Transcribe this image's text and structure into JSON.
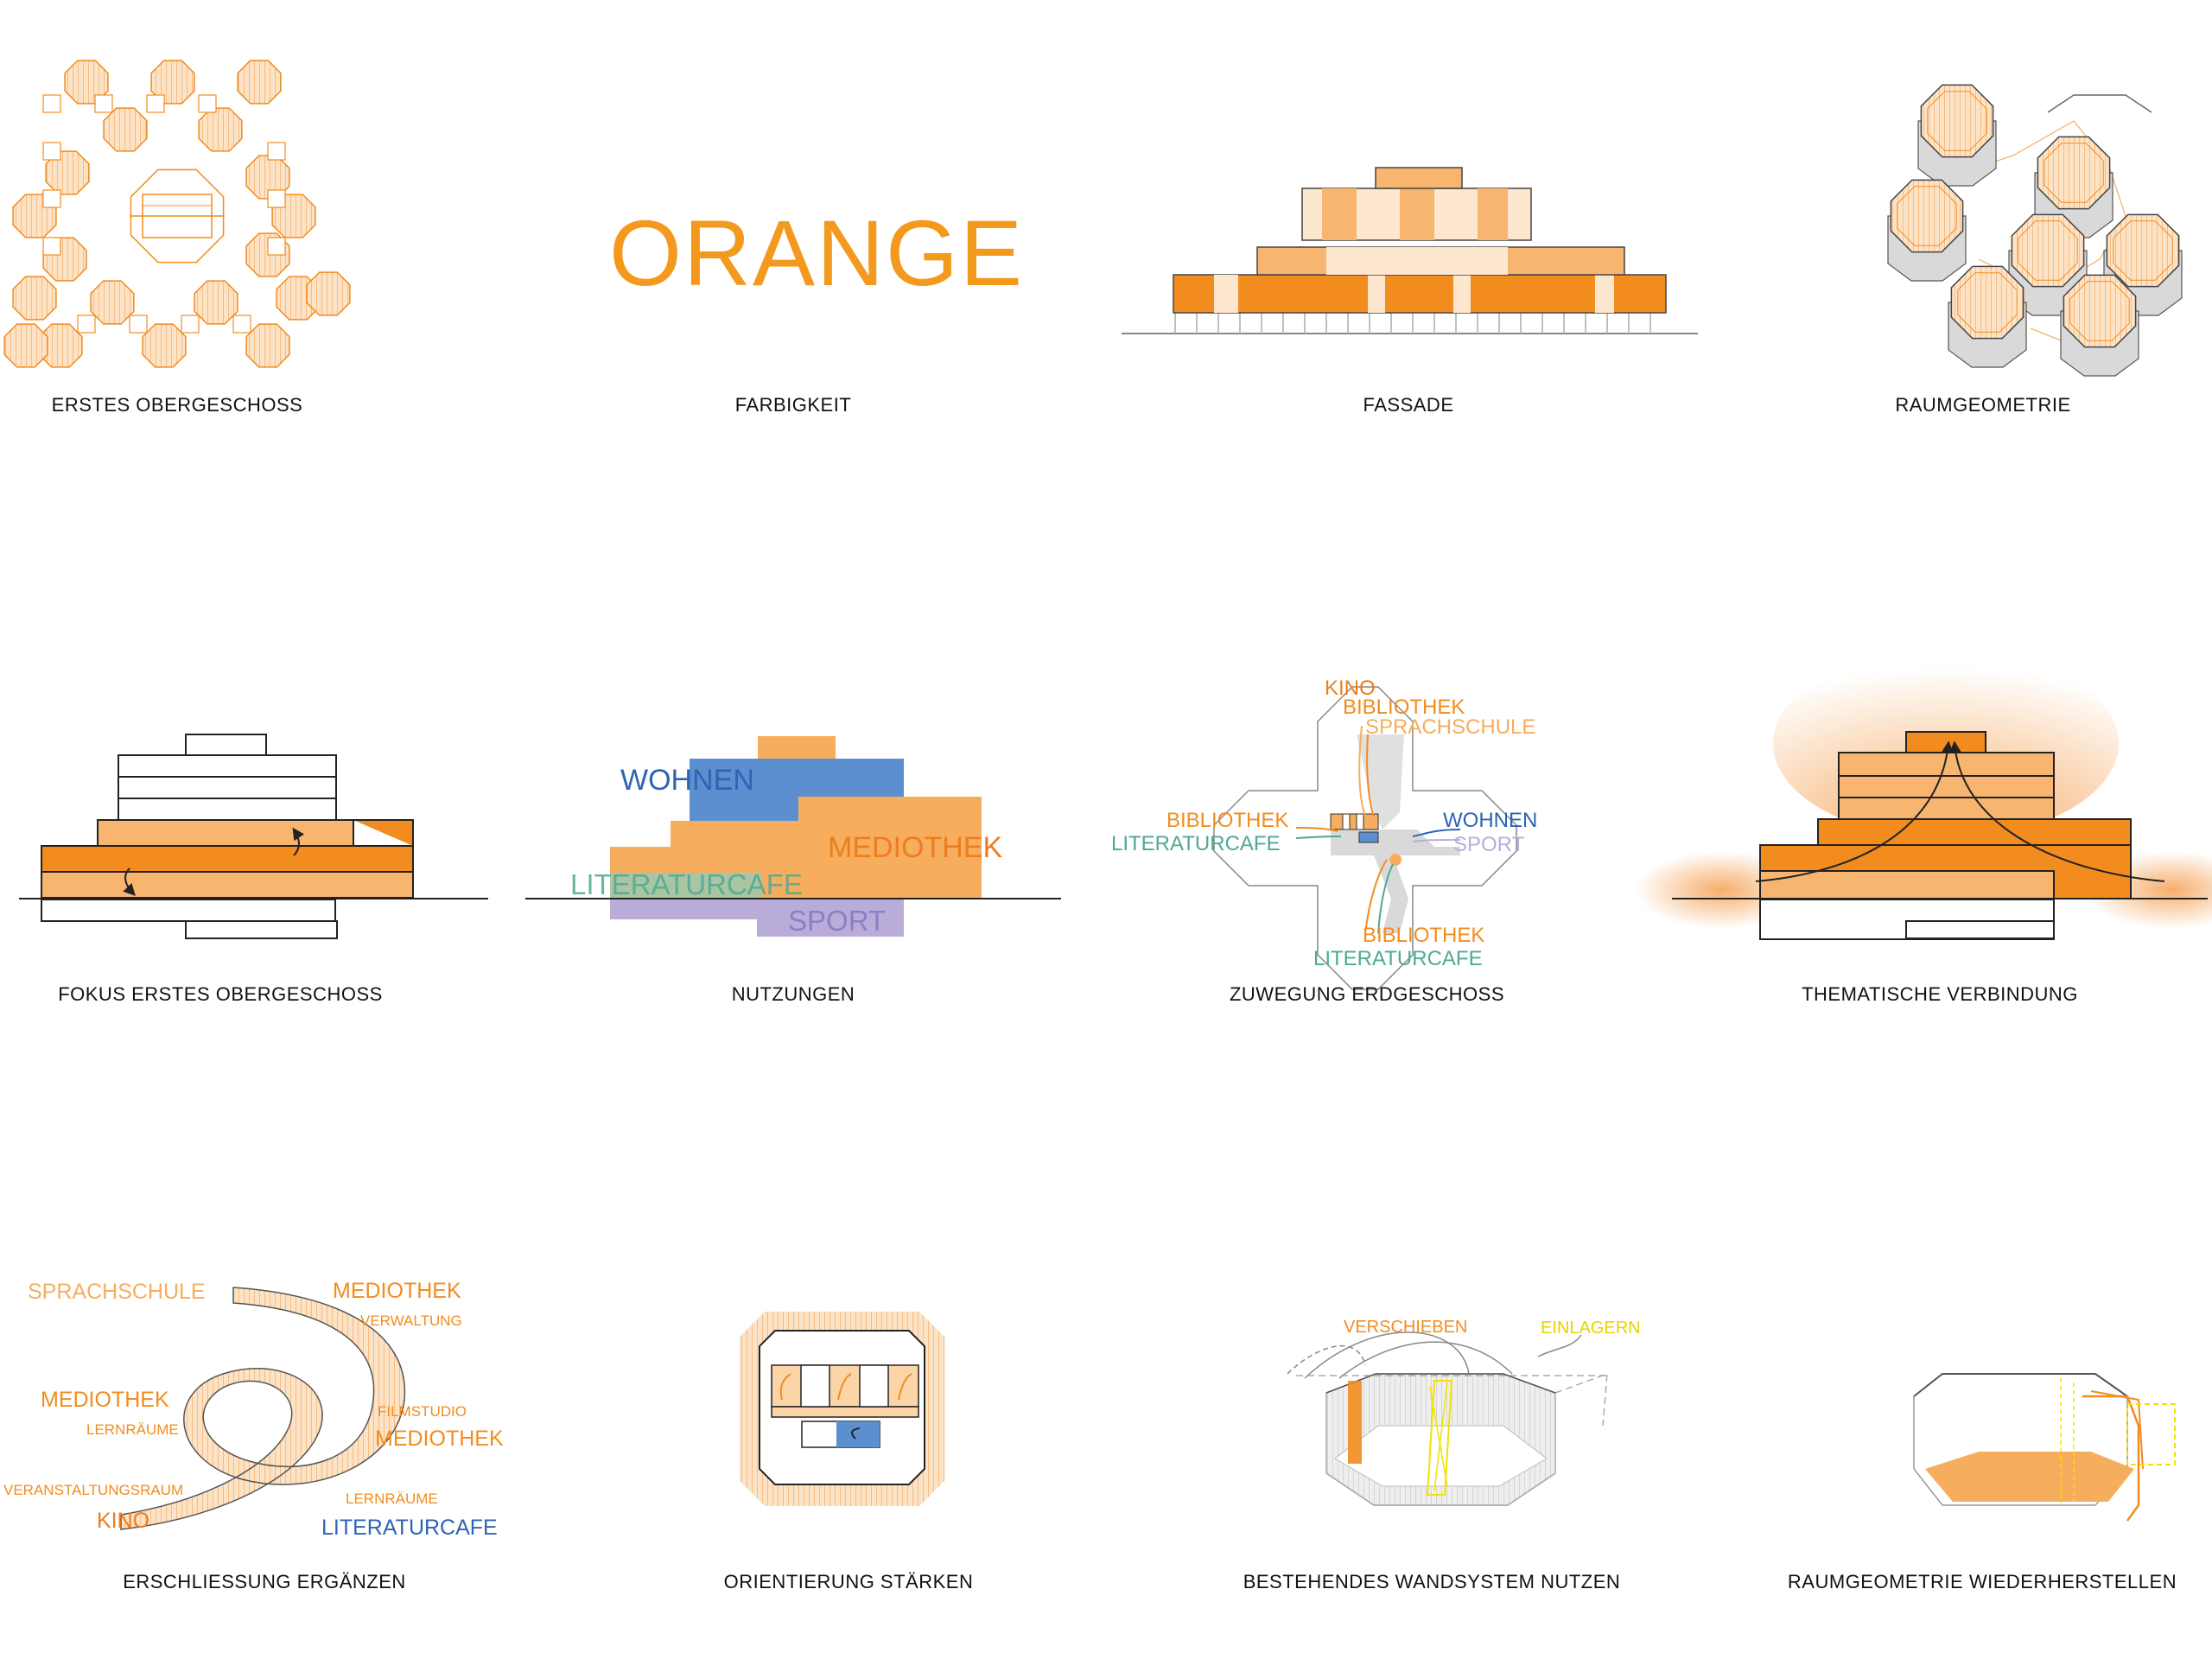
{
  "colors": {
    "orange_dark": "#f28c1e",
    "orange_mid": "#f6ad5d",
    "orange_light": "#fbd4a8",
    "blue": "#5b8fcf",
    "blue_text": "#2e64b4",
    "green_text": "#4ea995",
    "purple": "#b9acd9",
    "purple_text": "#8d7fc6",
    "yellow": "#f4e100",
    "line": "#222222"
  },
  "panels": {
    "erstes_obergeschoss": {
      "caption": "ERSTES OBERGESCHOSS"
    },
    "farbigkeit": {
      "caption": "FARBIGKEIT",
      "word": "ORANGE"
    },
    "fassade": {
      "caption": "FASSADE"
    },
    "raumgeometrie": {
      "caption": "RAUMGEOMETRIE"
    },
    "fokus": {
      "caption": "FOKUS ERSTES OBERGESCHOSS"
    },
    "nutzungen": {
      "caption": "NUTZUNGEN",
      "labels": {
        "wohnen": "WOHNEN",
        "mediothek": "MEDIOTHEK",
        "literaturcafe": "LITERATURCAFE",
        "sport": "SPORT"
      }
    },
    "zuwegung": {
      "caption": "ZUWEGUNG ERDGESCHOSS",
      "labels": {
        "kino": "KINO",
        "bibliothek_top": "BIBLIOTHEK",
        "sprachschule": "SPRACHSCHULE",
        "bibliothek_left": "BIBLIOTHEK",
        "literaturcafe_left": "LITERATURCAFE",
        "wohnen": "WOHNEN",
        "sport": "SPORT",
        "bibliothek_bottom": "BIBLIOTHEK",
        "literaturcafe_bottom": "LITERATURCAFE"
      }
    },
    "thematische": {
      "caption": "THEMATISCHE VERBINDUNG"
    },
    "erschliessung": {
      "caption": "ERSCHLIESSUNG ERGÄNZEN",
      "labels": {
        "sprachschule": "SPRACHSCHULE",
        "mediothek_top": "MEDIOTHEK",
        "verwaltung": "VERWALTUNG",
        "mediothek_left": "MEDIOTHEK",
        "lernraeume_left": "LERNRÄUME",
        "filmstudio": "FILMSTUDIO",
        "mediothek_right": "MEDIOTHEK",
        "veranstaltungsraum": "VERANSTALTUNGSRAUM",
        "kino": "KINO",
        "lernraeume_right": "LERNRÄUME",
        "literaturcafe": "LITERATURCAFE"
      }
    },
    "orientierung": {
      "caption": "ORIENTIERUNG STÄRKEN"
    },
    "wandsystem": {
      "caption": "BESTEHENDES WANDSYSTEM NUTZEN",
      "labels": {
        "verschieben": "VERSCHIEBEN",
        "einlagern": "EINLAGERN"
      }
    },
    "wiederherstellen": {
      "caption": "RAUMGEOMETRIE WIEDERHERSTELLEN"
    }
  }
}
